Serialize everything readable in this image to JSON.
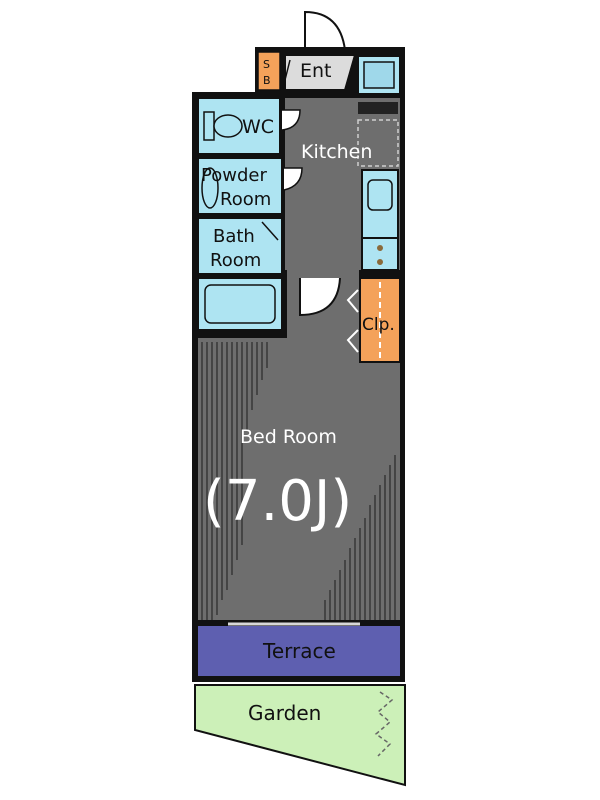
{
  "rooms": {
    "entrance": "Ent",
    "shoe_box": "S\nB",
    "wc": "WC",
    "kitchen": "Kitchen",
    "powder_room": [
      "Powder",
      "Room"
    ],
    "bath_room": [
      "Bath",
      "Room"
    ],
    "closet": "Clp.",
    "bed_room": "Bed Room",
    "bed_room_size": "(7.0J)",
    "terrace": "Terrace",
    "garden": "Garden"
  },
  "colors": {
    "wall": "#111111",
    "floor": "#6e6e6e",
    "fixture": "#aee4f2",
    "closet": "#f4a25a",
    "terrace": "#5e5fb0",
    "garden": "#ccf0b8",
    "text_light": "#ffffff",
    "text_dark": "#111111"
  }
}
